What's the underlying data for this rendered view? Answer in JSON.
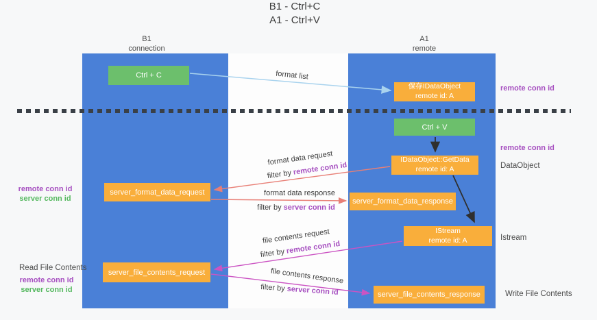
{
  "title": {
    "line1": "B1 - Ctrl+C",
    "line2": "A1 - Ctrl+V"
  },
  "columns": {
    "left": {
      "title": "B1",
      "subtitle": "connection"
    },
    "right": {
      "title": "A1",
      "subtitle": "remote"
    }
  },
  "nodes": {
    "ctrl_c": {
      "label": "Ctrl + C"
    },
    "save_idataobject": {
      "line1": "保存IDataObject",
      "line2": "remote id: A"
    },
    "ctrl_v": {
      "label": "Ctrl + V"
    },
    "getdata": {
      "line1": "IDataObject::GetData",
      "line2": "remote id: A"
    },
    "server_format_data_request": {
      "label": "server_format_data_request"
    },
    "server_format_data_response": {
      "label": "server_format_data_response"
    },
    "istream": {
      "line1": "IStream",
      "line2": "remote id: A"
    },
    "server_file_contents_request": {
      "label": "server_file_contents_request"
    },
    "server_file_contents_response": {
      "label": "server_file_contents_response"
    }
  },
  "edges": {
    "format_list": {
      "label": "format list"
    },
    "format_data_request": {
      "label": "format data request",
      "filter_prefix": "filter by",
      "filter_key": "remote conn id"
    },
    "format_data_response": {
      "label": "format data response",
      "filter_prefix": "filter by",
      "filter_key": "server conn id"
    },
    "file_contents_request": {
      "label": "file contents request",
      "filter_prefix": "filter by",
      "filter_key": "remote conn id"
    },
    "file_contents_response": {
      "label": "file contents response",
      "filter_prefix": "filter by",
      "filter_key": "server conn id"
    }
  },
  "side_labels": {
    "right": {
      "remote_conn_id_1": "remote conn id",
      "remote_conn_id_2": "remote conn id",
      "dataobject": "DataObject",
      "istream": "Istream",
      "write_file_contents": "Write File Contents"
    },
    "left": {
      "pair1": {
        "remote": "remote conn id",
        "server": "server conn id"
      },
      "read_file_contents": "Read File Contents",
      "pair2": {
        "remote": "remote conn id",
        "server": "server conn id"
      }
    }
  },
  "colors": {
    "column_blue": "#4a80d7",
    "box_orange": "#f9ae3b",
    "box_green": "#6cbf6c",
    "arrow_light_blue": "#a9d3ee",
    "arrow_salmon": "#e87f76",
    "arrow_magenta": "#cb54c3",
    "arrow_black": "#2f2f2f",
    "text_purple": "#a64fc0",
    "text_green": "#55b85f"
  }
}
